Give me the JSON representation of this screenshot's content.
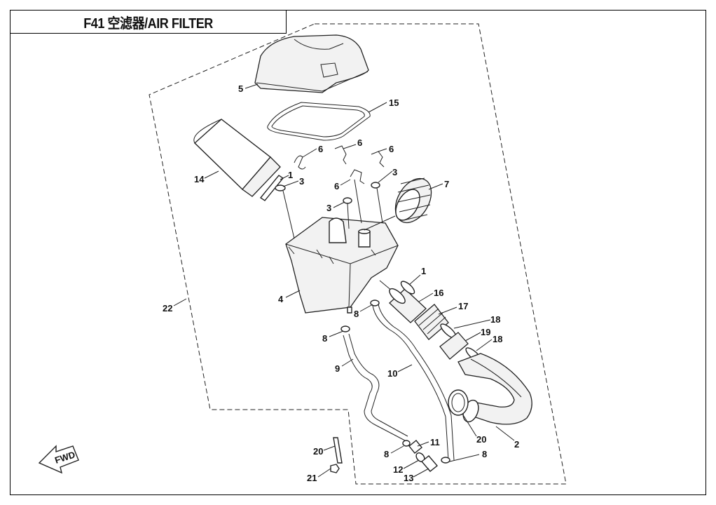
{
  "title": "F41 空滤器/AIR FILTER",
  "fwd_label": "FWD",
  "callouts": [
    "1",
    "1",
    "2",
    "3",
    "3",
    "3",
    "4",
    "5",
    "6",
    "6",
    "6",
    "6",
    "7",
    "8",
    "8",
    "8",
    "8",
    "9",
    "10",
    "11",
    "12",
    "13",
    "14",
    "15",
    "16",
    "17",
    "18",
    "18",
    "19",
    "20",
    "20",
    "21",
    "22"
  ],
  "callout_map": {
    "c5": "5",
    "c15": "15",
    "c14": "14",
    "c6a": "6",
    "c6b": "6",
    "c6c": "6",
    "c6d": "6",
    "c1a": "1",
    "c3a": "3",
    "c3b": "3",
    "c3c": "3",
    "c7": "7",
    "c22": "22",
    "c4": "4",
    "c1b": "1",
    "c16": "16",
    "c17": "17",
    "c18a": "18",
    "c19": "19",
    "c18b": "18",
    "c8a": "8",
    "c8b": "8",
    "c9": "9",
    "c10": "10",
    "c20a": "20",
    "c2": "2",
    "c20b": "20",
    "c21": "21",
    "c8c": "8",
    "c11": "11",
    "c12": "12",
    "c13": "13",
    "c8d": "8"
  }
}
